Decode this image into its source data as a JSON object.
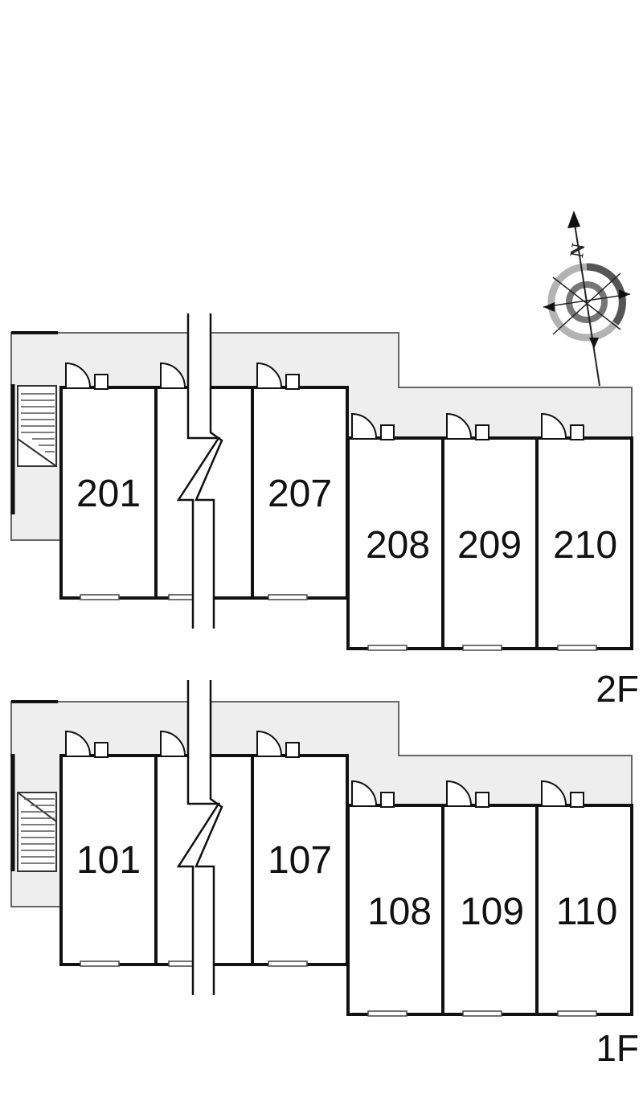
{
  "compass": {
    "north_label": "N"
  },
  "floors": [
    {
      "floor_label": "2F",
      "units": [
        "201",
        "207",
        "208",
        "209",
        "210"
      ]
    },
    {
      "floor_label": "1F",
      "units": [
        "101",
        "107",
        "108",
        "109",
        "110"
      ]
    }
  ]
}
